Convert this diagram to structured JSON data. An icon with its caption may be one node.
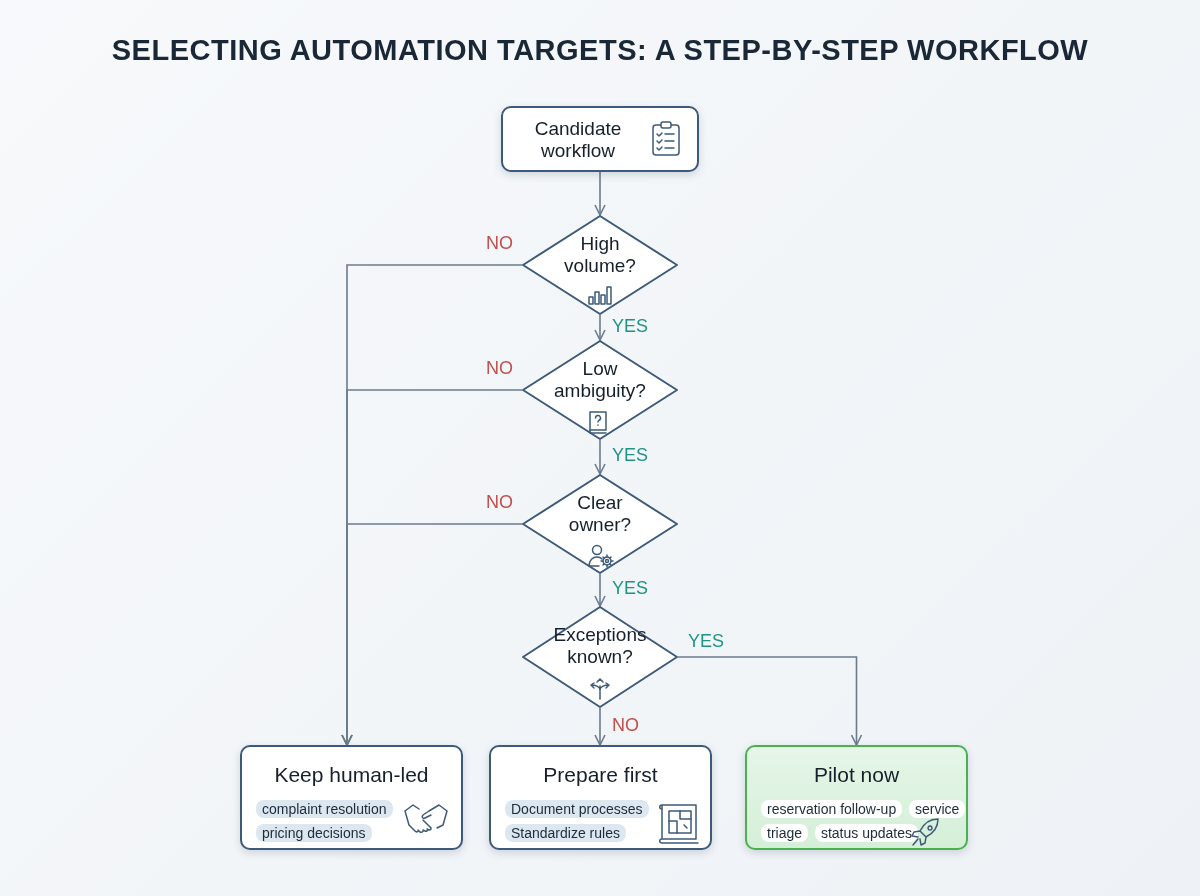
{
  "diagram": {
    "title": "SELECTING AUTOMATION TARGETS: A STEP-BY-STEP WORKFLOW",
    "nodes": [
      {
        "text": [
          "Candidate workflow"
        ]
      },
      {
        "text": [
          "High volume?"
        ]
      },
      {
        "text": [
          "Low ambiguity?"
        ]
      },
      {
        "text": [
          "Clear owner?"
        ]
      },
      {
        "text": [
          "Exceptions known?"
        ]
      },
      {
        "text": [
          "Keep human-led",
          "complaint resolution",
          "pricing decisions"
        ]
      },
      {
        "text": [
          "Prepare first",
          "Document processes",
          "Standardize rules"
        ]
      },
      {
        "text": [
          "Pilot now",
          "reservation follow-up",
          "service triage",
          "status updates"
        ]
      }
    ],
    "edges": [
      {
        "from": 0,
        "to": 1,
        "arrow": "to"
      },
      {
        "from": 1,
        "to": 5,
        "arrow": "to",
        "label": "NO"
      },
      {
        "from": 1,
        "to": 2,
        "arrow": "to",
        "label": "YES"
      },
      {
        "from": 2,
        "to": 5,
        "arrow": "to",
        "label": "NO"
      },
      {
        "from": 2,
        "to": 3,
        "arrow": "to",
        "label": "YES"
      },
      {
        "from": 3,
        "to": 5,
        "arrow": "to",
        "label": "NO"
      },
      {
        "from": 3,
        "to": 4,
        "arrow": "to",
        "label": "YES"
      },
      {
        "from": 4,
        "to": 7,
        "arrow": "to",
        "label": "YES"
      },
      {
        "from": 4,
        "to": 6,
        "arrow": "to",
        "label": "NO"
      }
    ]
  }
}
